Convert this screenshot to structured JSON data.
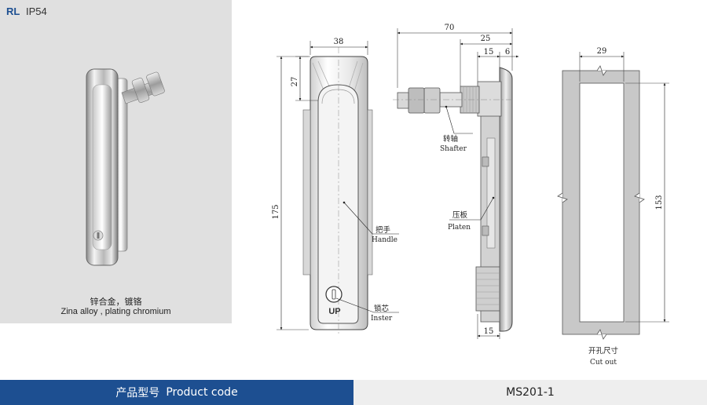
{
  "brand": {
    "prefix": "RL",
    "rating": "IP54"
  },
  "material": {
    "cn": "锌合金，镀铬",
    "en": "Zina alloy , plating chromium"
  },
  "footer": {
    "label_cn": "产品型号",
    "label_en": "Product code",
    "code": "MS201-1"
  },
  "front_view": {
    "dims": {
      "width": "38",
      "top_section": "27",
      "height": "175"
    },
    "handle": {
      "cn": "把手",
      "en": "Handle"
    },
    "insert": {
      "cn": "锁芯",
      "en": "Inster"
    },
    "mark": "UP"
  },
  "side_view": {
    "dims": {
      "overall": "70",
      "shaft": "25",
      "mid": "15",
      "right": "6",
      "bottom": "15"
    },
    "shafter": {
      "cn": "转轴",
      "en": "Shafter"
    },
    "platen": {
      "cn": "压板",
      "en": "Platen"
    }
  },
  "cutout_view": {
    "dims": {
      "width": "29",
      "height": "153"
    },
    "caption": {
      "cn": "开孔尺寸",
      "en": "Cut out"
    }
  }
}
